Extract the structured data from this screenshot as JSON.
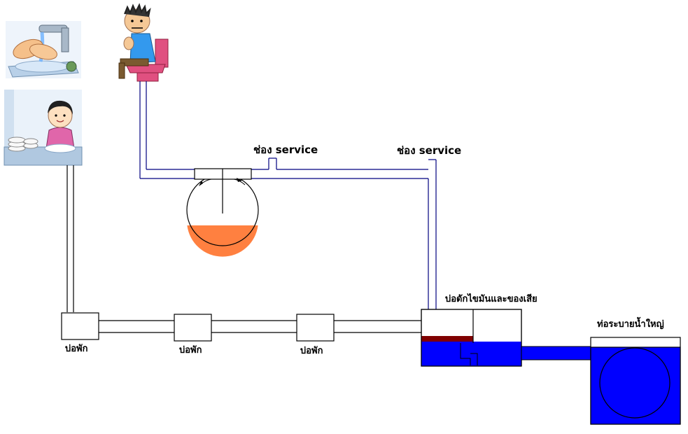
{
  "labels": {
    "service_1": "ช่อง service",
    "service_2": "ช่อง service",
    "grease_trap": "บ่อดักไขมันและของเสีย",
    "main_drain": "ท่อระบายน้ำใหญ่",
    "rest_pit_1": "บ่อพัก",
    "rest_pit_2": "บ่อพัก",
    "rest_pit_3": "บ่อพัก"
  },
  "pictures": {
    "handwash": "handwashing-at-faucet",
    "dishwash": "woman-washing-dishes",
    "toilet": "man-sitting-on-toilet"
  },
  "colors": {
    "water": "#0000ff",
    "sludge": "#ff8040",
    "grease": "#800000",
    "pipe_stroke": "#000080",
    "toilet_pink": "#e05080",
    "shirt_blue": "#3399ee"
  }
}
